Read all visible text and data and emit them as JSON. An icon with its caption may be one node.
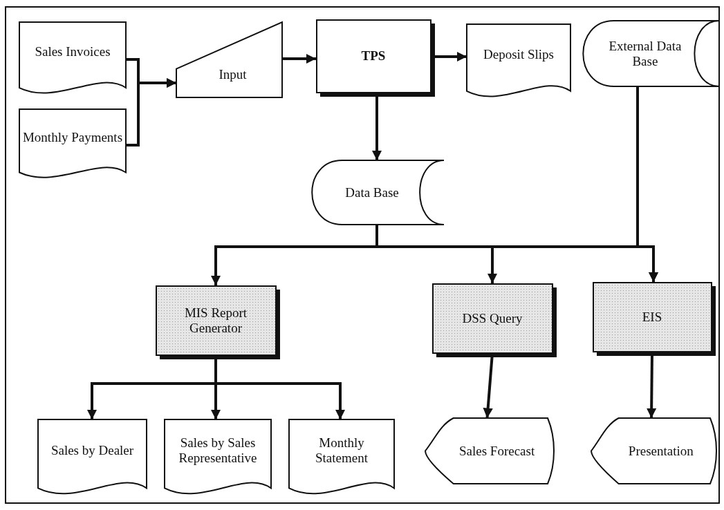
{
  "diagram": {
    "nodes": [
      {
        "text": [
          "Sales Invoices"
        ]
      },
      {
        "text": [
          "Monthly Payments"
        ]
      },
      {
        "text": [
          "Input"
        ]
      },
      {
        "text": [
          "TPS"
        ]
      },
      {
        "text": [
          "Deposit Slips"
        ]
      },
      {
        "text": [
          "External Data Base"
        ]
      },
      {
        "text": [
          "Data Base"
        ]
      },
      {
        "text": [
          "MIS Report Generator"
        ]
      },
      {
        "text": [
          "DSS Query"
        ]
      },
      {
        "text": [
          "EIS"
        ]
      },
      {
        "text": [
          "Sales by Dealer"
        ]
      },
      {
        "text": [
          "Sales by Sales Representative"
        ]
      },
      {
        "text": [
          "Monthly Statement"
        ]
      },
      {
        "text": [
          "Sales Forecast"
        ]
      },
      {
        "text": [
          "Presentation"
        ]
      }
    ],
    "edges": [
      {
        "from": 0,
        "to": 2,
        "arrow": "to"
      },
      {
        "from": 1,
        "to": 2,
        "arrow": "to"
      },
      {
        "from": 2,
        "to": 3,
        "arrow": "to"
      },
      {
        "from": 3,
        "to": 4,
        "arrow": "to"
      },
      {
        "from": 3,
        "to": 6,
        "arrow": "to"
      },
      {
        "from": 6,
        "to": 7,
        "arrow": "to"
      },
      {
        "from": 6,
        "to": 8,
        "arrow": "to"
      },
      {
        "from": 6,
        "to": 9,
        "arrow": "to"
      },
      {
        "from": 5,
        "to": 9,
        "arrow": "to"
      },
      {
        "from": 7,
        "to": 10,
        "arrow": "to"
      },
      {
        "from": 7,
        "to": 11,
        "arrow": "to"
      },
      {
        "from": 7,
        "to": 12,
        "arrow": "to"
      },
      {
        "from": 8,
        "to": 13,
        "arrow": "to"
      },
      {
        "from": 9,
        "to": 14,
        "arrow": "to"
      }
    ]
  }
}
